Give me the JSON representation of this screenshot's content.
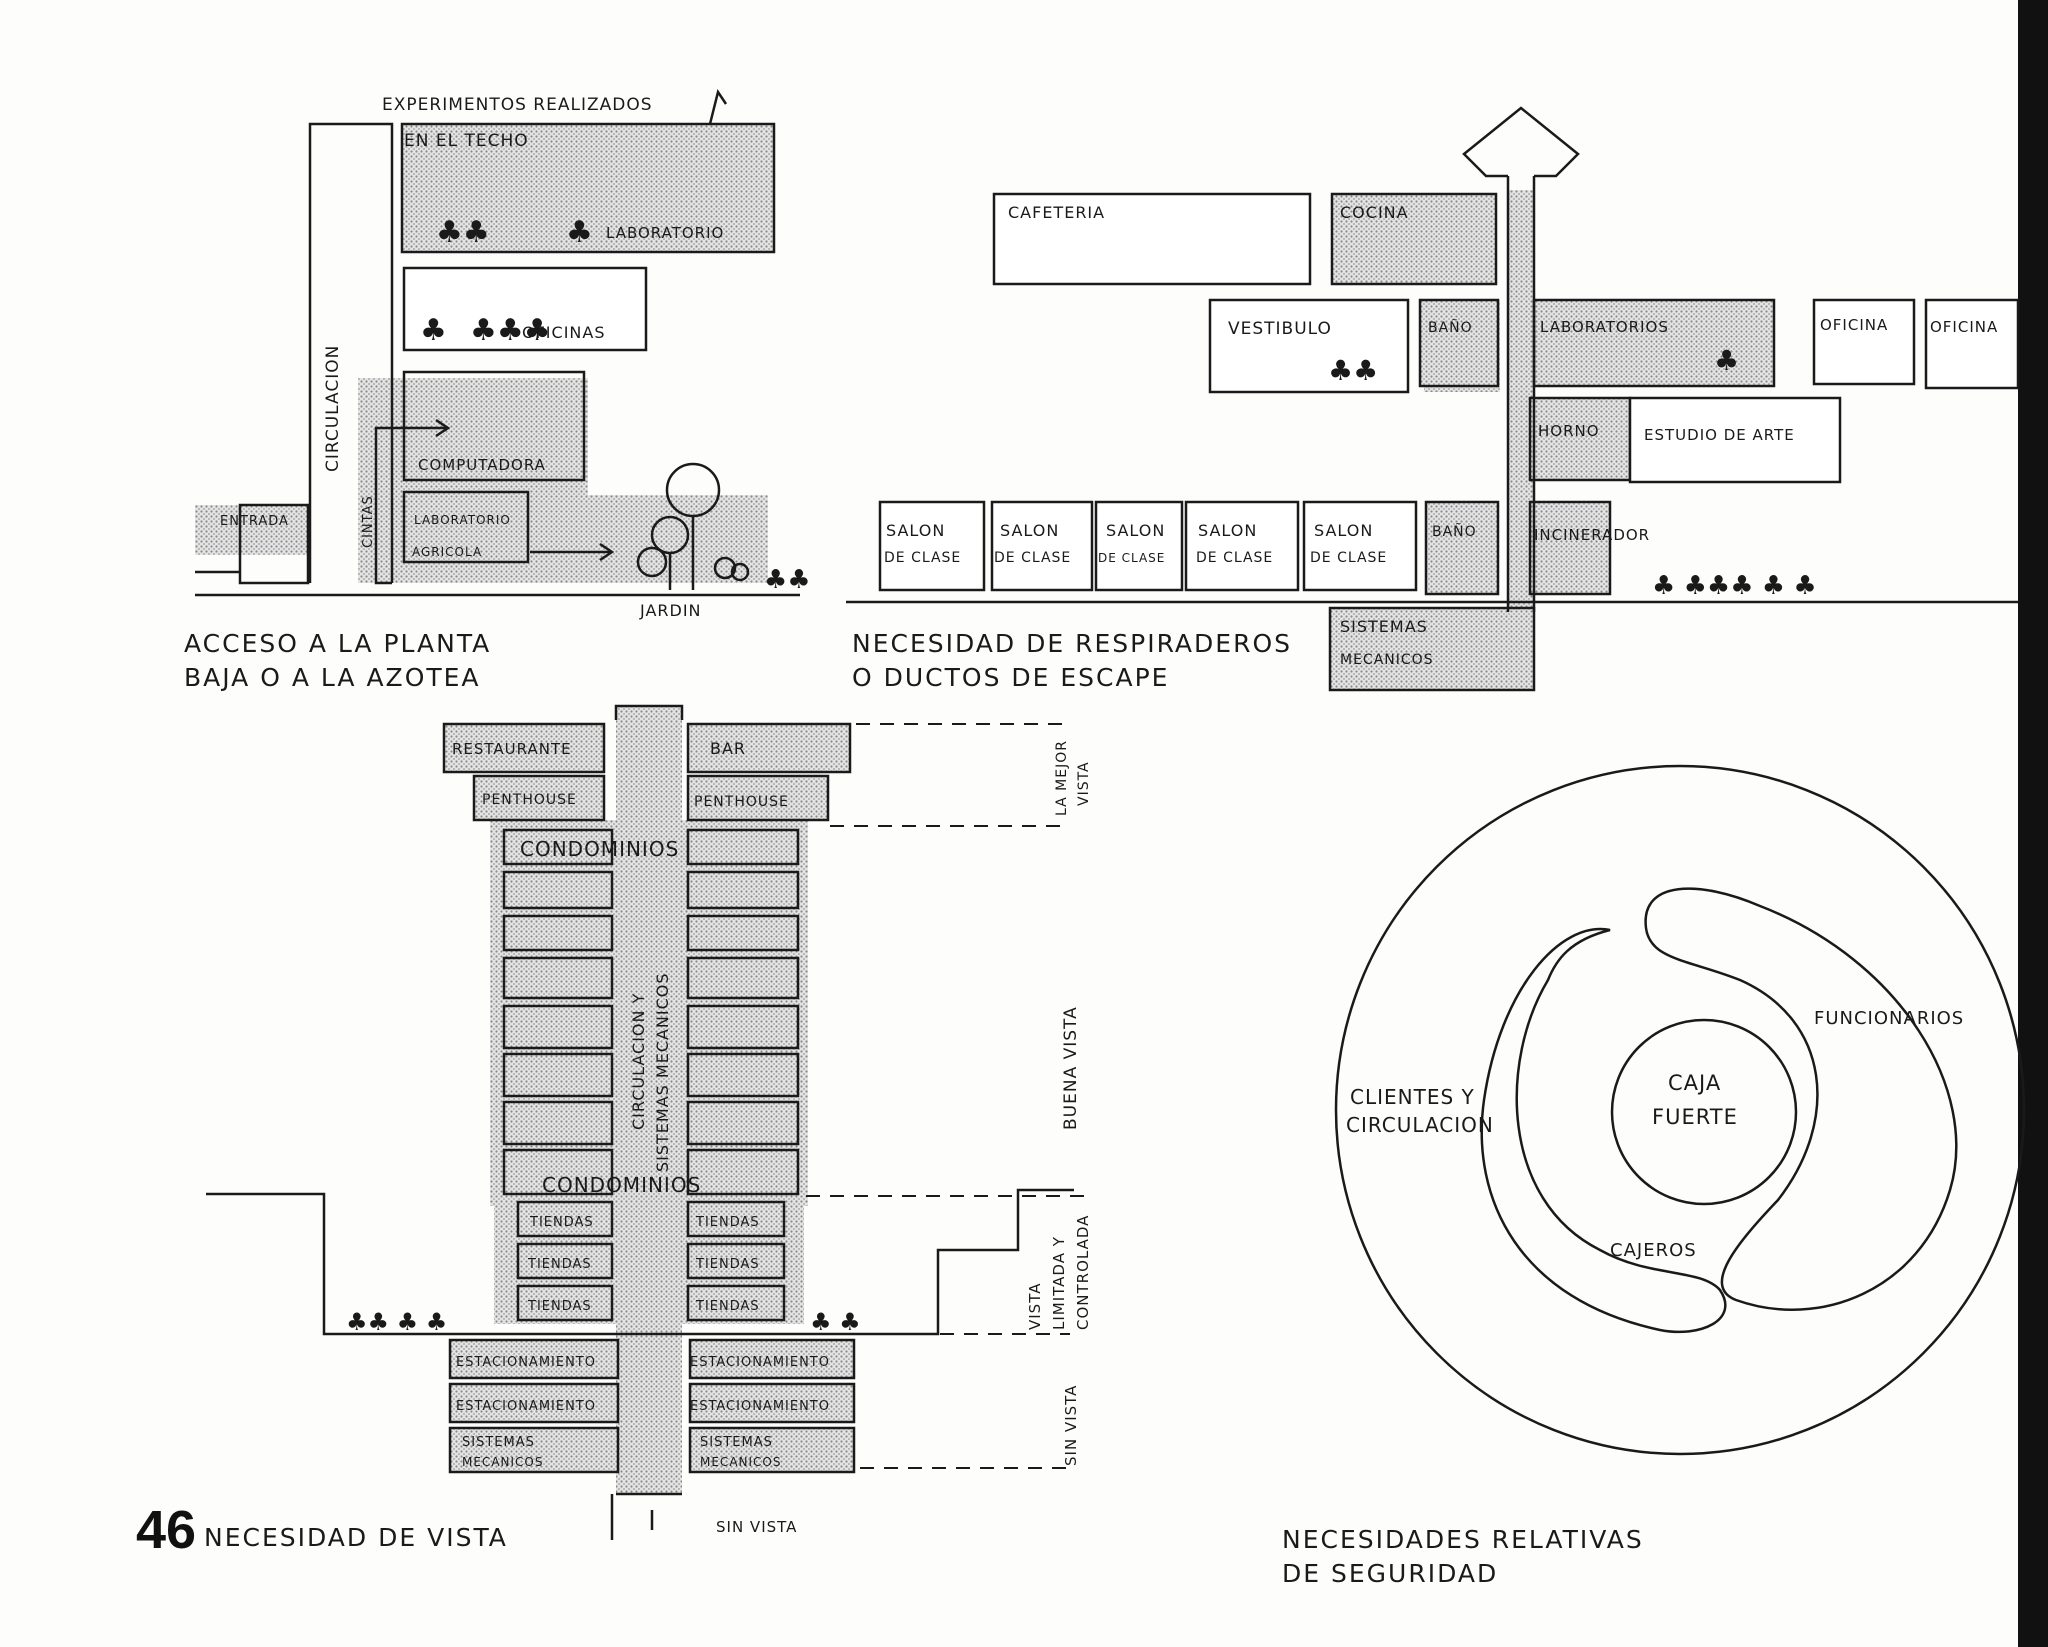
{
  "page_number": "46",
  "colors": {
    "ink": "#1a1a1a",
    "screen": "#c8c8c8",
    "paper": "#fdfdfb"
  },
  "diagram1": {
    "caption_line1": "ACCESO A LA PLANTA",
    "caption_line2": "BAJA O A LA AZOTEA",
    "roof_note": "EXPERIMENTOS REALIZADOS",
    "roof_note2": "EN EL TECHO",
    "laboratorio": "LABORATORIO",
    "oficinas": "OFICINAS",
    "circulacion": "CIRCULACION",
    "computadora": "COMPUTADORA",
    "cintas": "CINTAS",
    "lab_agricola_1": "LABORATORIO",
    "lab_agricola_2": "AGRICOLA",
    "entrada": "ENTRADA",
    "jardin": "JARDIN"
  },
  "diagram2": {
    "caption_line1": "NECESIDAD DE RESPIRADEROS",
    "caption_line2": "O DUCTOS DE ESCAPE",
    "cafeteria": "CAFETERIA",
    "cocina": "COCINA",
    "vestibulo": "VESTIBULO",
    "bano_upper": "BAÑO",
    "laboratorios": "LABORATORIOS",
    "oficina_1": "OFICINA",
    "oficina_2": "OFICINA",
    "horno": "HORNO",
    "estudio": "ESTUDIO DE ARTE",
    "salon_line1": "SALON",
    "salon_line2": "DE CLASE",
    "bano_lower": "BAÑO",
    "incinerador": "INCINERADOR",
    "sistemas_1": "SISTEMAS",
    "sistemas_2": "MECANICOS"
  },
  "diagram3": {
    "caption": "NECESIDAD DE VISTA",
    "restaurante": "RESTAURANTE",
    "bar": "BAR",
    "penthouse": "PENTHOUSE",
    "condominios": "CONDOMINIOS",
    "core_1": "CIRCULACION Y",
    "core_2": "SISTEMAS MECANICOS",
    "tiendas": "TIENDAS",
    "estacionamiento": "ESTACIONAMIENTO",
    "sistemas_1": "SISTEMAS",
    "sistemas_2": "MECANICOS",
    "zone_best_1": "LA MEJOR",
    "zone_best_2": "VISTA",
    "zone_good": "BUENA VISTA",
    "zone_limited_1": "VISTA",
    "zone_limited_2": "LIMITADA Y",
    "zone_limited_3": "CONTROLADA",
    "zone_none": "SIN VISTA",
    "sin_vista_bottom": "SIN VISTA"
  },
  "diagram4": {
    "caption_line1": "NECESIDADES RELATIVAS",
    "caption_line2": "DE SEGURIDAD",
    "clientes_1": "CLIENTES Y",
    "clientes_2": "CIRCULACION",
    "funcionarios": "FUNCIONARIOS",
    "cajeros": "CAJEROS",
    "caja_1": "CAJA",
    "caja_2": "FUERTE"
  }
}
